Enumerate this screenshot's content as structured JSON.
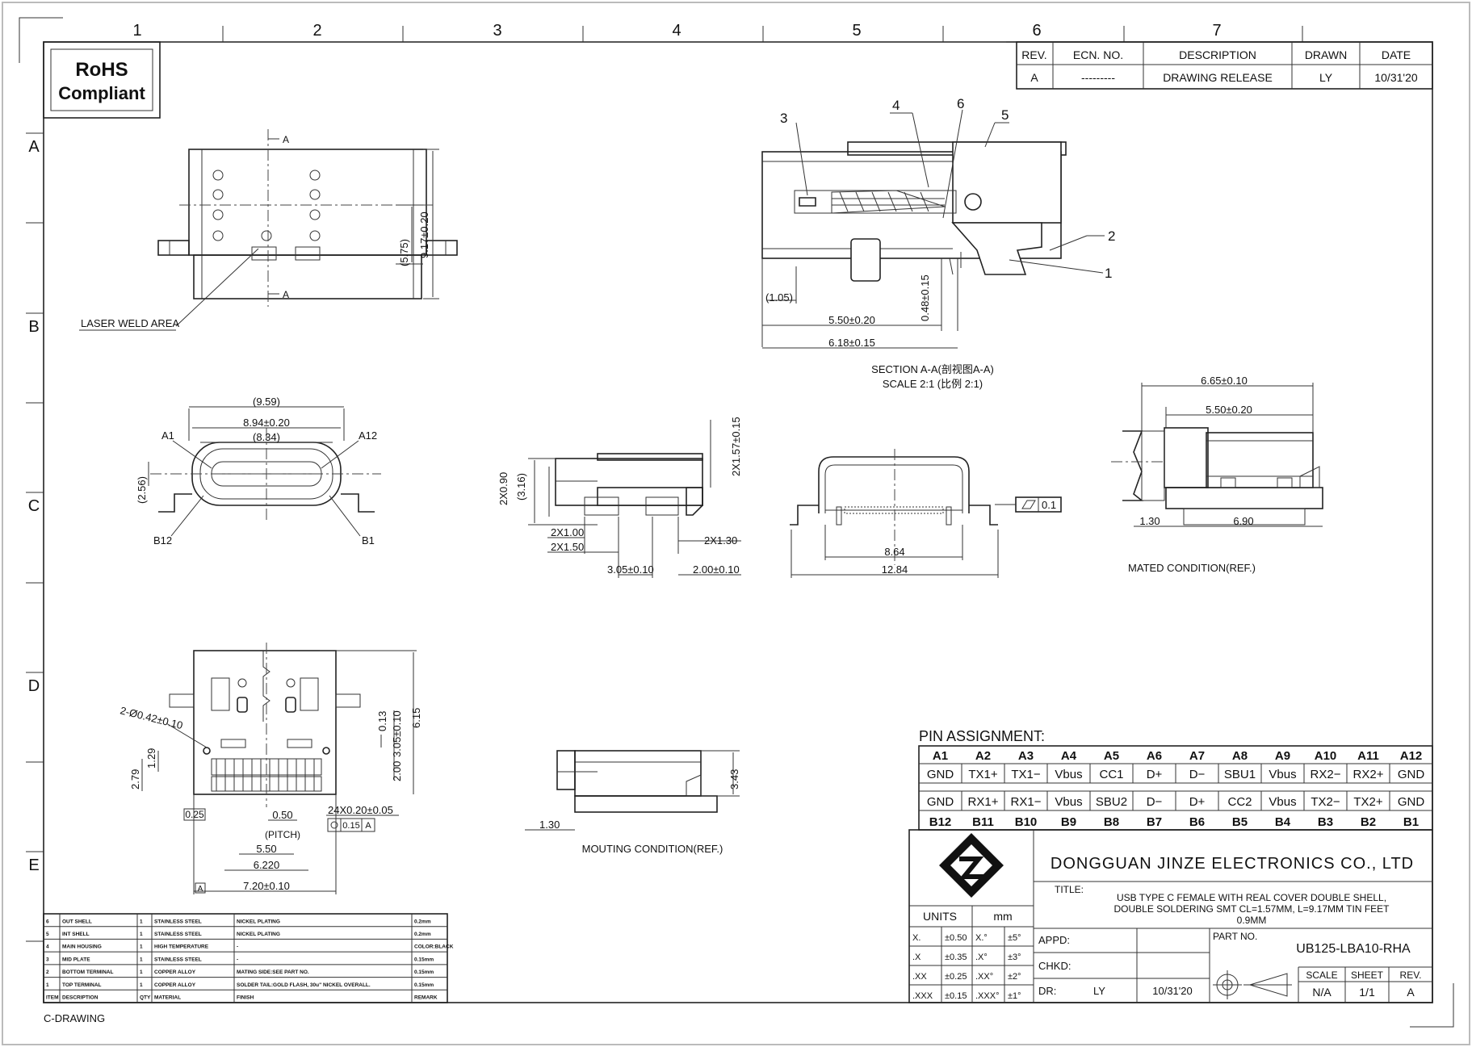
{
  "frame": {
    "zones_top": [
      "1",
      "2",
      "3",
      "4",
      "5",
      "6",
      "7"
    ],
    "zones_side": [
      "A",
      "B",
      "C",
      "D",
      "E"
    ]
  },
  "rohs": {
    "line1": "RoHS",
    "line2": "Compliant"
  },
  "revision": {
    "headers": [
      "REV.",
      "ECN. NO.",
      "DESCRIPTION",
      "DRAWN",
      "DATE"
    ],
    "row": [
      "A",
      "---------",
      "DRAWING RELEASE",
      "LY",
      "10/31'20"
    ]
  },
  "views": {
    "top": {
      "section_mark": "A",
      "dim_575": "(5.75)",
      "dim_917": "9.17±0.20",
      "laser_weld": "LASER WELD AREA"
    },
    "section": {
      "callouts": [
        "1",
        "2",
        "3",
        "4",
        "5",
        "6"
      ],
      "dim_105": "(1.05)",
      "dim_048": "0.48±0.15",
      "dim_550": "5.50±0.20",
      "dim_618": "6.18±0.15",
      "title": "SECTION A-A(剖视图A-A)",
      "scale": "SCALE 2:1 (比例 2:1)"
    },
    "front": {
      "dim_959": "(9.59)",
      "dim_894": "8.94±0.20",
      "dim_834": "(8.34)",
      "a1": "A1",
      "a12": "A12",
      "b12": "B12",
      "b1": "B1",
      "dim_256": "(2.56)"
    },
    "side": {
      "dim_090": "2X0.90",
      "dim_316": "(3.16)",
      "dim_157": "2X1.57±0.15",
      "dim_100": "2X1.00",
      "dim_150": "2X1.50",
      "dim_130": "2X1.30",
      "dim_305": "3.05±0.10",
      "dim_200": "2.00±0.10"
    },
    "rear": {
      "flatness": "0.1",
      "dim_864": "8.64",
      "dim_1284": "12.84"
    },
    "mated": {
      "dim_665": "6.65±0.10",
      "dim_550": "5.50±0.20",
      "dim_130": "1.30",
      "dim_690": "6.90",
      "caption": "MATED CONDITION(REF.)"
    },
    "bottom": {
      "dim_042": "2-Ø0.42±0.10",
      "dim_279": "2.79",
      "dim_129": "1.29",
      "dim_013": "0.13",
      "dim_305": "3.05±0.10",
      "dim_200": "2.00",
      "dim_615": "6.15",
      "dim_025": "0.25",
      "dim_050": "0.50",
      "pitch": "(PITCH)",
      "dim_24x": "24X0.20±0.05",
      "pos_tol": "0.15",
      "pos_ref": "A",
      "dim_550": "5.50",
      "dim_622": "6.220",
      "dim_720": "7.20±0.10",
      "datum": "A"
    },
    "mounting": {
      "dim_343": "3.43",
      "dim_130": "1.30",
      "caption": "MOUTING CONDITION(REF.)"
    }
  },
  "pins": {
    "title": "PIN ASSIGNMENT:",
    "top_labels": [
      "A1",
      "A2",
      "A3",
      "A4",
      "A5",
      "A6",
      "A7",
      "A8",
      "A9",
      "A10",
      "A11",
      "A12"
    ],
    "top_signals": [
      "GND",
      "TX1+",
      "TX1−",
      "Vbus",
      "CC1",
      "D+",
      "D−",
      "SBU1",
      "Vbus",
      "RX2−",
      "RX2+",
      "GND"
    ],
    "bottom_signals": [
      "GND",
      "RX1+",
      "RX1−",
      "Vbus",
      "SBU2",
      "D−",
      "D+",
      "CC2",
      "Vbus",
      "TX2−",
      "TX2+",
      "GND"
    ],
    "bottom_labels": [
      "B12",
      "B11",
      "B10",
      "B9",
      "B8",
      "B7",
      "B6",
      "B5",
      "B4",
      "B3",
      "B2",
      "B1"
    ]
  },
  "title_block": {
    "company": "DONGGUAN JINZE ELECTRONICS CO., LTD",
    "title_label": "TITLE:",
    "title_line1": "USB TYPE C FEMALE WITH REAL COVER DOUBLE SHELL,",
    "title_line2": "DOUBLE SOLDERING SMT CL=1.57MM, L=9.17MM TIN FEET",
    "title_line3": "0.9MM",
    "units_label": "UNITS",
    "units_value": "mm",
    "tolerances": [
      [
        "X.",
        "±0.50",
        "X.°",
        "±5°"
      ],
      [
        ".X",
        "±0.35",
        ".X°",
        "±3°"
      ],
      [
        ".XX",
        "±0.25",
        ".XX°",
        "±2°"
      ],
      [
        ".XXX",
        "±0.15",
        ".XXX°",
        "±1°"
      ]
    ],
    "appd": "APPD:",
    "chkd": "CHKD:",
    "dr": "DR:",
    "dr_name": "LY",
    "dr_date": "10/31'20",
    "part_label": "PART NO.",
    "part_no": "UB125-LBA10-RHA",
    "scale_label": "SCALE",
    "sheet_label": "SHEET",
    "rev_label": "REV.",
    "scale_value": "N/A",
    "sheet_value": "1/1",
    "rev_value": "A"
  },
  "bom": {
    "rows": [
      [
        "6",
        "OUT SHELL",
        "1",
        "STAINLESS STEEL",
        "NICKEL PLATING",
        "0.2mm"
      ],
      [
        "5",
        "INT SHELL",
        "1",
        "STAINLESS STEEL",
        "NICKEL PLATING",
        "0.2mm"
      ],
      [
        "4",
        "MAIN HOUSING",
        "1",
        "HIGH TEMPERATURE",
        "-",
        "COLOR:BLACK"
      ],
      [
        "3",
        "MID PLATE",
        "1",
        "STAINLESS STEEL",
        "-",
        "0.15mm"
      ],
      [
        "2",
        "BOTTOM TERMINAL",
        "1",
        "COPPER ALLOY",
        "MATING SIDE:SEE PART NO.",
        "0.15mm"
      ],
      [
        "1",
        "TOP TERMINAL",
        "1",
        "COPPER ALLOY",
        "SOLDER TAIL:GOLD FLASH, 30u\" NICKEL OVERALL.",
        "0.15mm"
      ]
    ],
    "headers": [
      "ITEM",
      "DESCRIPTION",
      "QTY",
      "MATERIAL",
      "FINISH",
      "REMARK"
    ]
  },
  "footer": "C-DRAWING"
}
